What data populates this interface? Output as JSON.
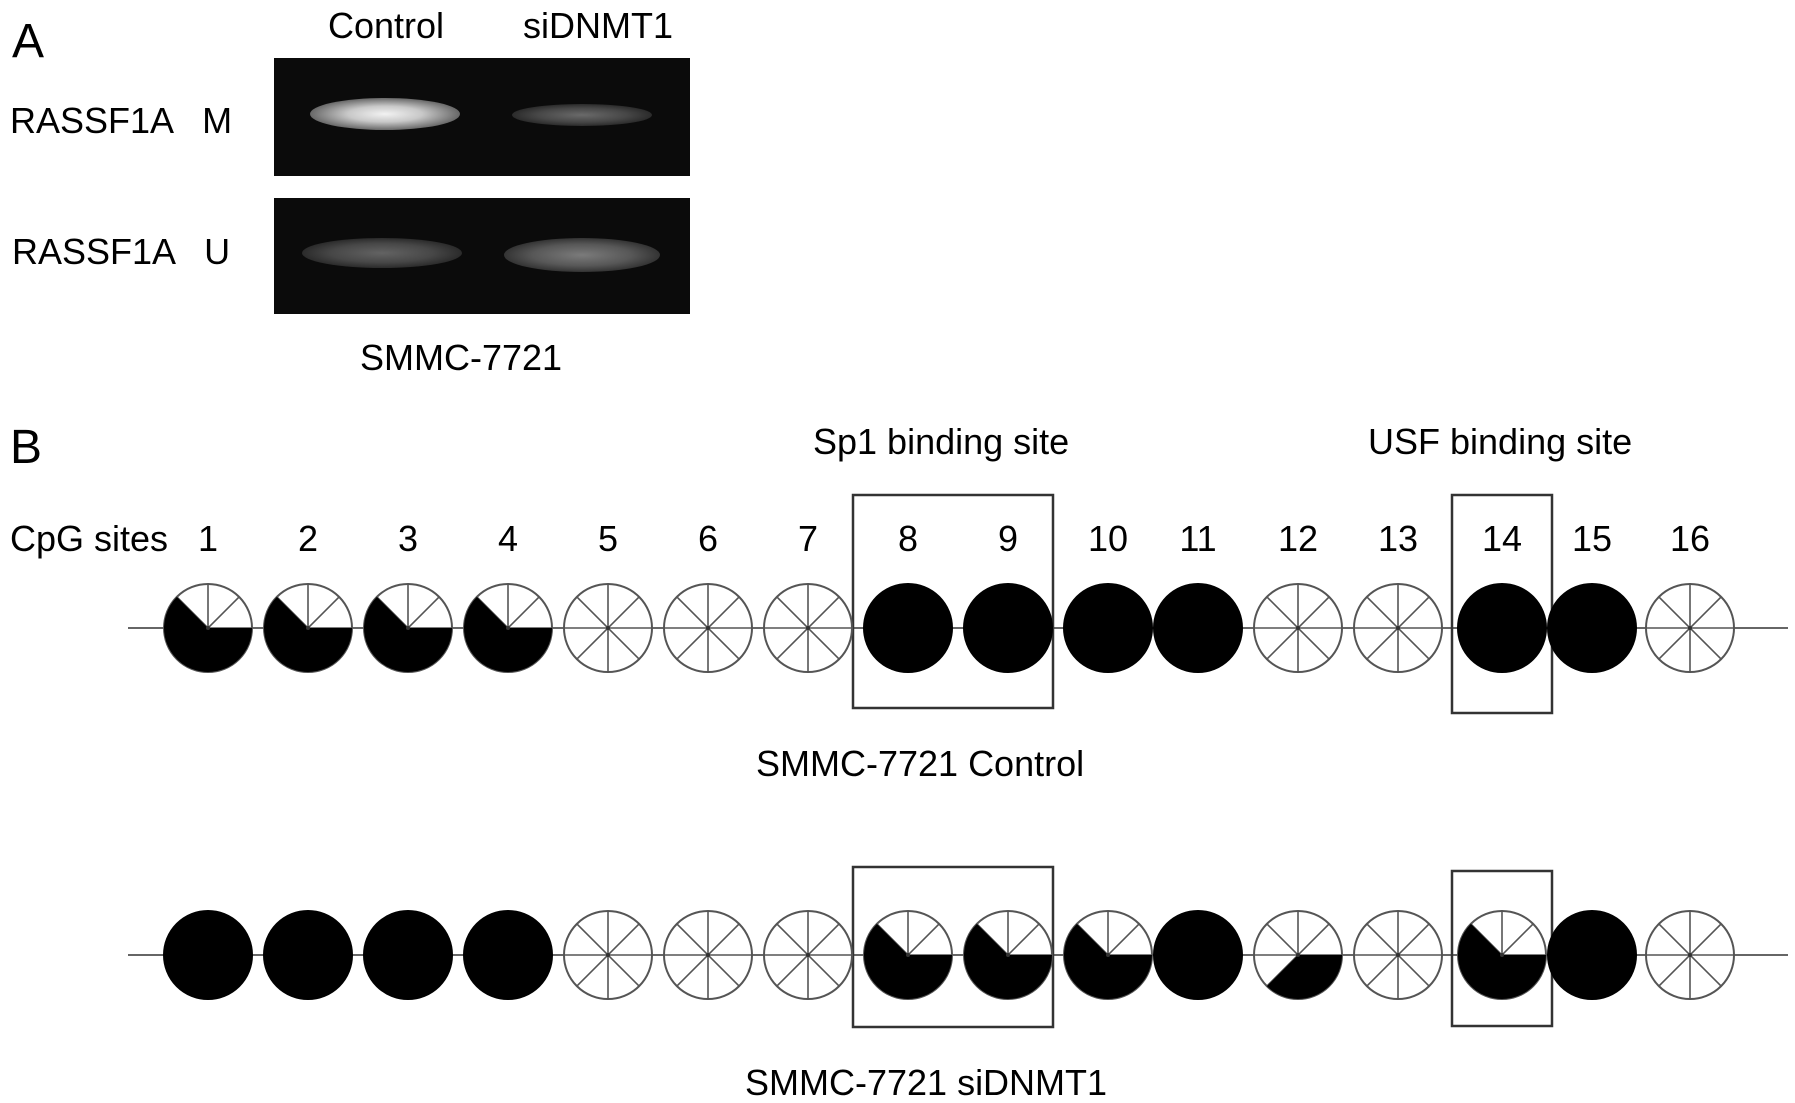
{
  "panel_a": {
    "letter": "A",
    "lanes": [
      "Control",
      "siDNMT1"
    ],
    "row_m": {
      "gene": "RASSF1A",
      "suffix": "M"
    },
    "row_u": {
      "gene": "RASSF1A",
      "suffix": "U"
    },
    "caption": "SMMC-7721"
  },
  "panel_b": {
    "letter": "B",
    "sp1_label": "Sp1 binding site",
    "usf_label": "USF binding site",
    "cpg_prefix": "CpG sites",
    "sites": [
      "1",
      "2",
      "3",
      "4",
      "5",
      "6",
      "7",
      "8",
      "9",
      "10",
      "11",
      "12",
      "13",
      "14",
      "15",
      "16"
    ],
    "control_caption": "SMMC-7721 Control",
    "sidnmt1_caption": "SMMC-7721 siDNMT1",
    "methylation_eighths": {
      "control": [
        5,
        5,
        5,
        5,
        0,
        0,
        0,
        8,
        8,
        8,
        8,
        0,
        0,
        8,
        8,
        0
      ],
      "sidnmt1": [
        8,
        8,
        8,
        8,
        0,
        0,
        0,
        5,
        5,
        5,
        8,
        3,
        0,
        5,
        8,
        0
      ]
    }
  }
}
